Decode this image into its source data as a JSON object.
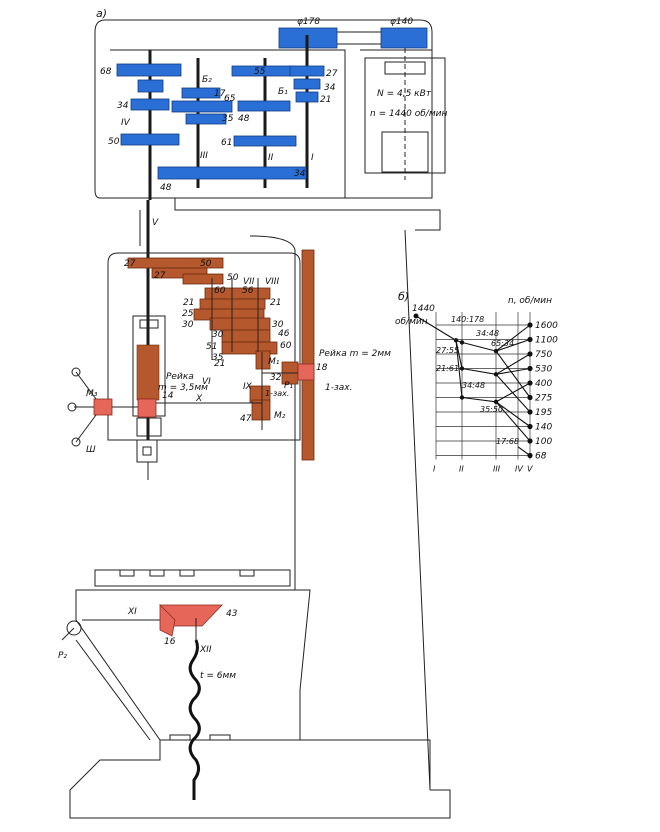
{
  "colors": {
    "upper_gearbox": "#2a6fd6",
    "feed_box": "#b5582e",
    "clutch": "#e6675a",
    "line": "#222222"
  },
  "labels": {
    "part_a": "а)",
    "part_b": "б)",
    "pulley1": "φ178",
    "pulley2": "φ140",
    "motor_power": "N = 4,5 кВт",
    "motor_speed": "n = 1440 об/мин",
    "block_b2": "Б₂",
    "block_b1": "Б₁",
    "rack1": "Рейка m = 2мм",
    "rack2_line1": "Рейка",
    "rack2_line2": "m = 3,5мм",
    "worm1": "1-зах.",
    "worm2": "1-зах.",
    "lead_screw": "t = 6мм",
    "clutch_m1": "M₁",
    "clutch_m2": "M₂",
    "clutch_m3": "M₃",
    "handle_p1": "P₁",
    "handle_p2": "P₂",
    "handle_sh": "Ш"
  },
  "shaft_numerals": [
    "I",
    "II",
    "III",
    "IV",
    "V",
    "VI",
    "VII",
    "VIII",
    "IX",
    "X",
    "XI",
    "XII"
  ],
  "gear_numbers": {
    "g68": "68",
    "g34a": "34",
    "g50a": "50",
    "g48a": "48",
    "g17": "17",
    "g65": "65",
    "g35": "35",
    "g55": "55",
    "g48b": "48",
    "g61": "61",
    "g27a": "27",
    "g34b": "34",
    "g21a": "21",
    "g34c": "34",
    "g27b": "27",
    "g50b": "50",
    "g27c": "27",
    "g50c": "50",
    "g60a": "60",
    "g56": "56",
    "g21b": "21",
    "g21c": "21",
    "g25": "25",
    "g30a": "30",
    "g30b": "30",
    "g46": "46",
    "g30c": "30",
    "g51": "51",
    "g35b": "35",
    "g60b": "60",
    "g21d": "21",
    "g32": "32",
    "g18": "18",
    "g14": "14",
    "g47": "47",
    "g16": "16",
    "g43": "43"
  },
  "chart_data": {
    "type": "diagram",
    "input_speed": "1440",
    "input_unit": "об/мин",
    "output_header": "n, об/мин",
    "shafts": [
      "I",
      "II",
      "III",
      "IV",
      "V"
    ],
    "output_speeds": [
      "1600",
      "1100",
      "750",
      "530",
      "400",
      "275",
      "195",
      "140",
      "100",
      "68"
    ],
    "ratios": [
      "140:178",
      "34:48",
      "65:34",
      "27:55",
      "21:61",
      "34:48",
      "35:50",
      "17:68"
    ]
  }
}
